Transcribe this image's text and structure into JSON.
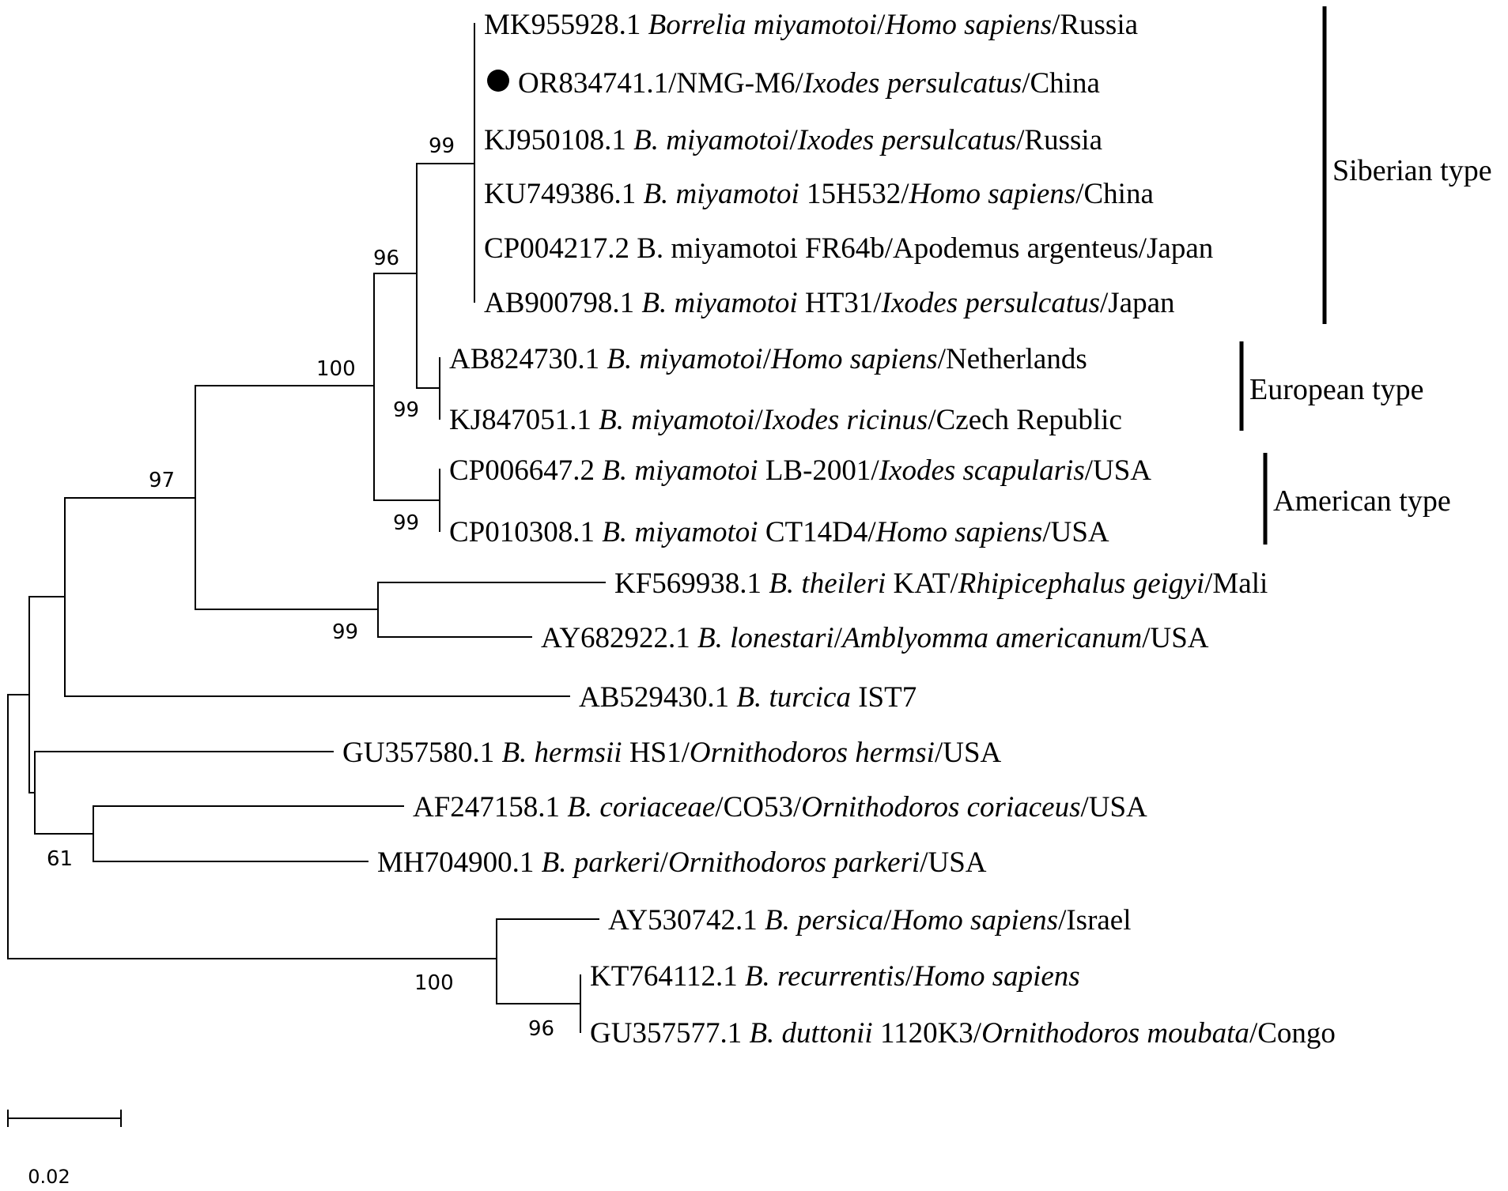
{
  "colors": {
    "ink": "#000000",
    "background": "#ffffff"
  },
  "taxa": [
    {
      "segments": [
        {
          "t": "MK955928.1 "
        },
        {
          "t": "Borrelia miyamotoi",
          "i": true
        },
        {
          "t": "/"
        },
        {
          "t": "Homo sapiens",
          "i": true
        },
        {
          "t": "/Russia"
        }
      ]
    },
    {
      "marker": "filled-circle-icon",
      "segments": [
        {
          "t": "OR834741.1/NMG-M6/"
        },
        {
          "t": "Ixodes persulcatus",
          "i": true
        },
        {
          "t": "/China"
        }
      ]
    },
    {
      "segments": [
        {
          "t": "KJ950108.1 "
        },
        {
          "t": "B. miyamotoi",
          "i": true
        },
        {
          "t": "/"
        },
        {
          "t": "Ixodes persulcatus",
          "i": true
        },
        {
          "t": "/Russia"
        }
      ]
    },
    {
      "segments": [
        {
          "t": "KU749386.1 "
        },
        {
          "t": "B. miyamotoi",
          "i": true
        },
        {
          "t": " 15H532/"
        },
        {
          "t": "Homo sapiens",
          "i": true
        },
        {
          "t": "/China"
        }
      ]
    },
    {
      "segments": [
        {
          "t": "CP004217.2 B. miyamotoi FR64b/Apodemus argenteus/Japan"
        }
      ]
    },
    {
      "segments": [
        {
          "t": "AB900798.1 "
        },
        {
          "t": "B. miyamotoi",
          "i": true
        },
        {
          "t": " HT31/"
        },
        {
          "t": "Ixodes persulcatus",
          "i": true
        },
        {
          "t": "/Japan"
        }
      ]
    },
    {
      "segments": [
        {
          "t": "AB824730.1 "
        },
        {
          "t": "B. miyamotoi",
          "i": true
        },
        {
          "t": "/"
        },
        {
          "t": "Homo sapiens",
          "i": true
        },
        {
          "t": "/Netherlands"
        }
      ]
    },
    {
      "segments": [
        {
          "t": "KJ847051.1 "
        },
        {
          "t": "B. miyamotoi",
          "i": true
        },
        {
          "t": "/"
        },
        {
          "t": "Ixodes ricinus",
          "i": true
        },
        {
          "t": "/Czech Republic"
        }
      ]
    },
    {
      "segments": [
        {
          "t": "CP006647.2 "
        },
        {
          "t": "B. miyamotoi",
          "i": true
        },
        {
          "t": " LB-2001/"
        },
        {
          "t": "Ixodes scapularis",
          "i": true
        },
        {
          "t": "/USA"
        }
      ]
    },
    {
      "segments": [
        {
          "t": "CP010308.1 "
        },
        {
          "t": "B. miyamotoi",
          "i": true
        },
        {
          "t": " CT14D4/"
        },
        {
          "t": "Homo sapiens",
          "i": true
        },
        {
          "t": "/USA"
        }
      ]
    },
    {
      "segments": [
        {
          "t": "KF569938.1 "
        },
        {
          "t": "B. theileri",
          "i": true
        },
        {
          "t": " KAT/"
        },
        {
          "t": "Rhipicephalus geigyi",
          "i": true
        },
        {
          "t": "/Mali"
        }
      ]
    },
    {
      "segments": [
        {
          "t": "AY682922.1 "
        },
        {
          "t": "B. lonestari",
          "i": true
        },
        {
          "t": "/"
        },
        {
          "t": "Amblyomma americanum",
          "i": true
        },
        {
          "t": "/USA"
        }
      ]
    },
    {
      "segments": [
        {
          "t": "AB529430.1 "
        },
        {
          "t": "B. turcica",
          "i": true
        },
        {
          "t": " IST7"
        }
      ]
    },
    {
      "segments": [
        {
          "t": "GU357580.1 "
        },
        {
          "t": "B. hermsii",
          "i": true
        },
        {
          "t": " HS1/"
        },
        {
          "t": "Ornithodoros hermsi",
          "i": true
        },
        {
          "t": "/USA"
        }
      ]
    },
    {
      "segments": [
        {
          "t": "AF247158.1 "
        },
        {
          "t": "B. coriaceae",
          "i": true
        },
        {
          "t": "/CO53/"
        },
        {
          "t": "Ornithodoros coriaceus",
          "i": true
        },
        {
          "t": "/USA"
        }
      ]
    },
    {
      "segments": [
        {
          "t": "MH704900.1 "
        },
        {
          "t": "B. parkeri",
          "i": true
        },
        {
          "t": "/"
        },
        {
          "t": "Ornithodoros parkeri",
          "i": true
        },
        {
          "t": "/USA"
        }
      ]
    },
    {
      "segments": [
        {
          "t": "AY530742.1 "
        },
        {
          "t": "B. persica",
          "i": true
        },
        {
          "t": "/"
        },
        {
          "t": "Homo sapiens",
          "i": true
        },
        {
          "t": "/Israel"
        }
      ]
    },
    {
      "segments": [
        {
          "t": "KT764112.1 "
        },
        {
          "t": "B. recurrentis",
          "i": true
        },
        {
          "t": "/"
        },
        {
          "t": "Homo sapiens",
          "i": true
        }
      ]
    },
    {
      "segments": [
        {
          "t": "GU357577.1 "
        },
        {
          "t": "B. duttonii",
          "i": true
        },
        {
          "t": " 1120K3/"
        },
        {
          "t": "Ornithodoros moubata",
          "i": true
        },
        {
          "t": "/Congo"
        }
      ]
    }
  ],
  "support_values": [
    "99",
    "96",
    "100",
    "99",
    "99",
    "97",
    "99",
    "61",
    "100",
    "96"
  ],
  "clades": [
    {
      "label": "Siberian type"
    },
    {
      "label": "European type"
    },
    {
      "label": "American type"
    }
  ],
  "scale_bar": {
    "label": "0.02",
    "length": 0.02
  }
}
